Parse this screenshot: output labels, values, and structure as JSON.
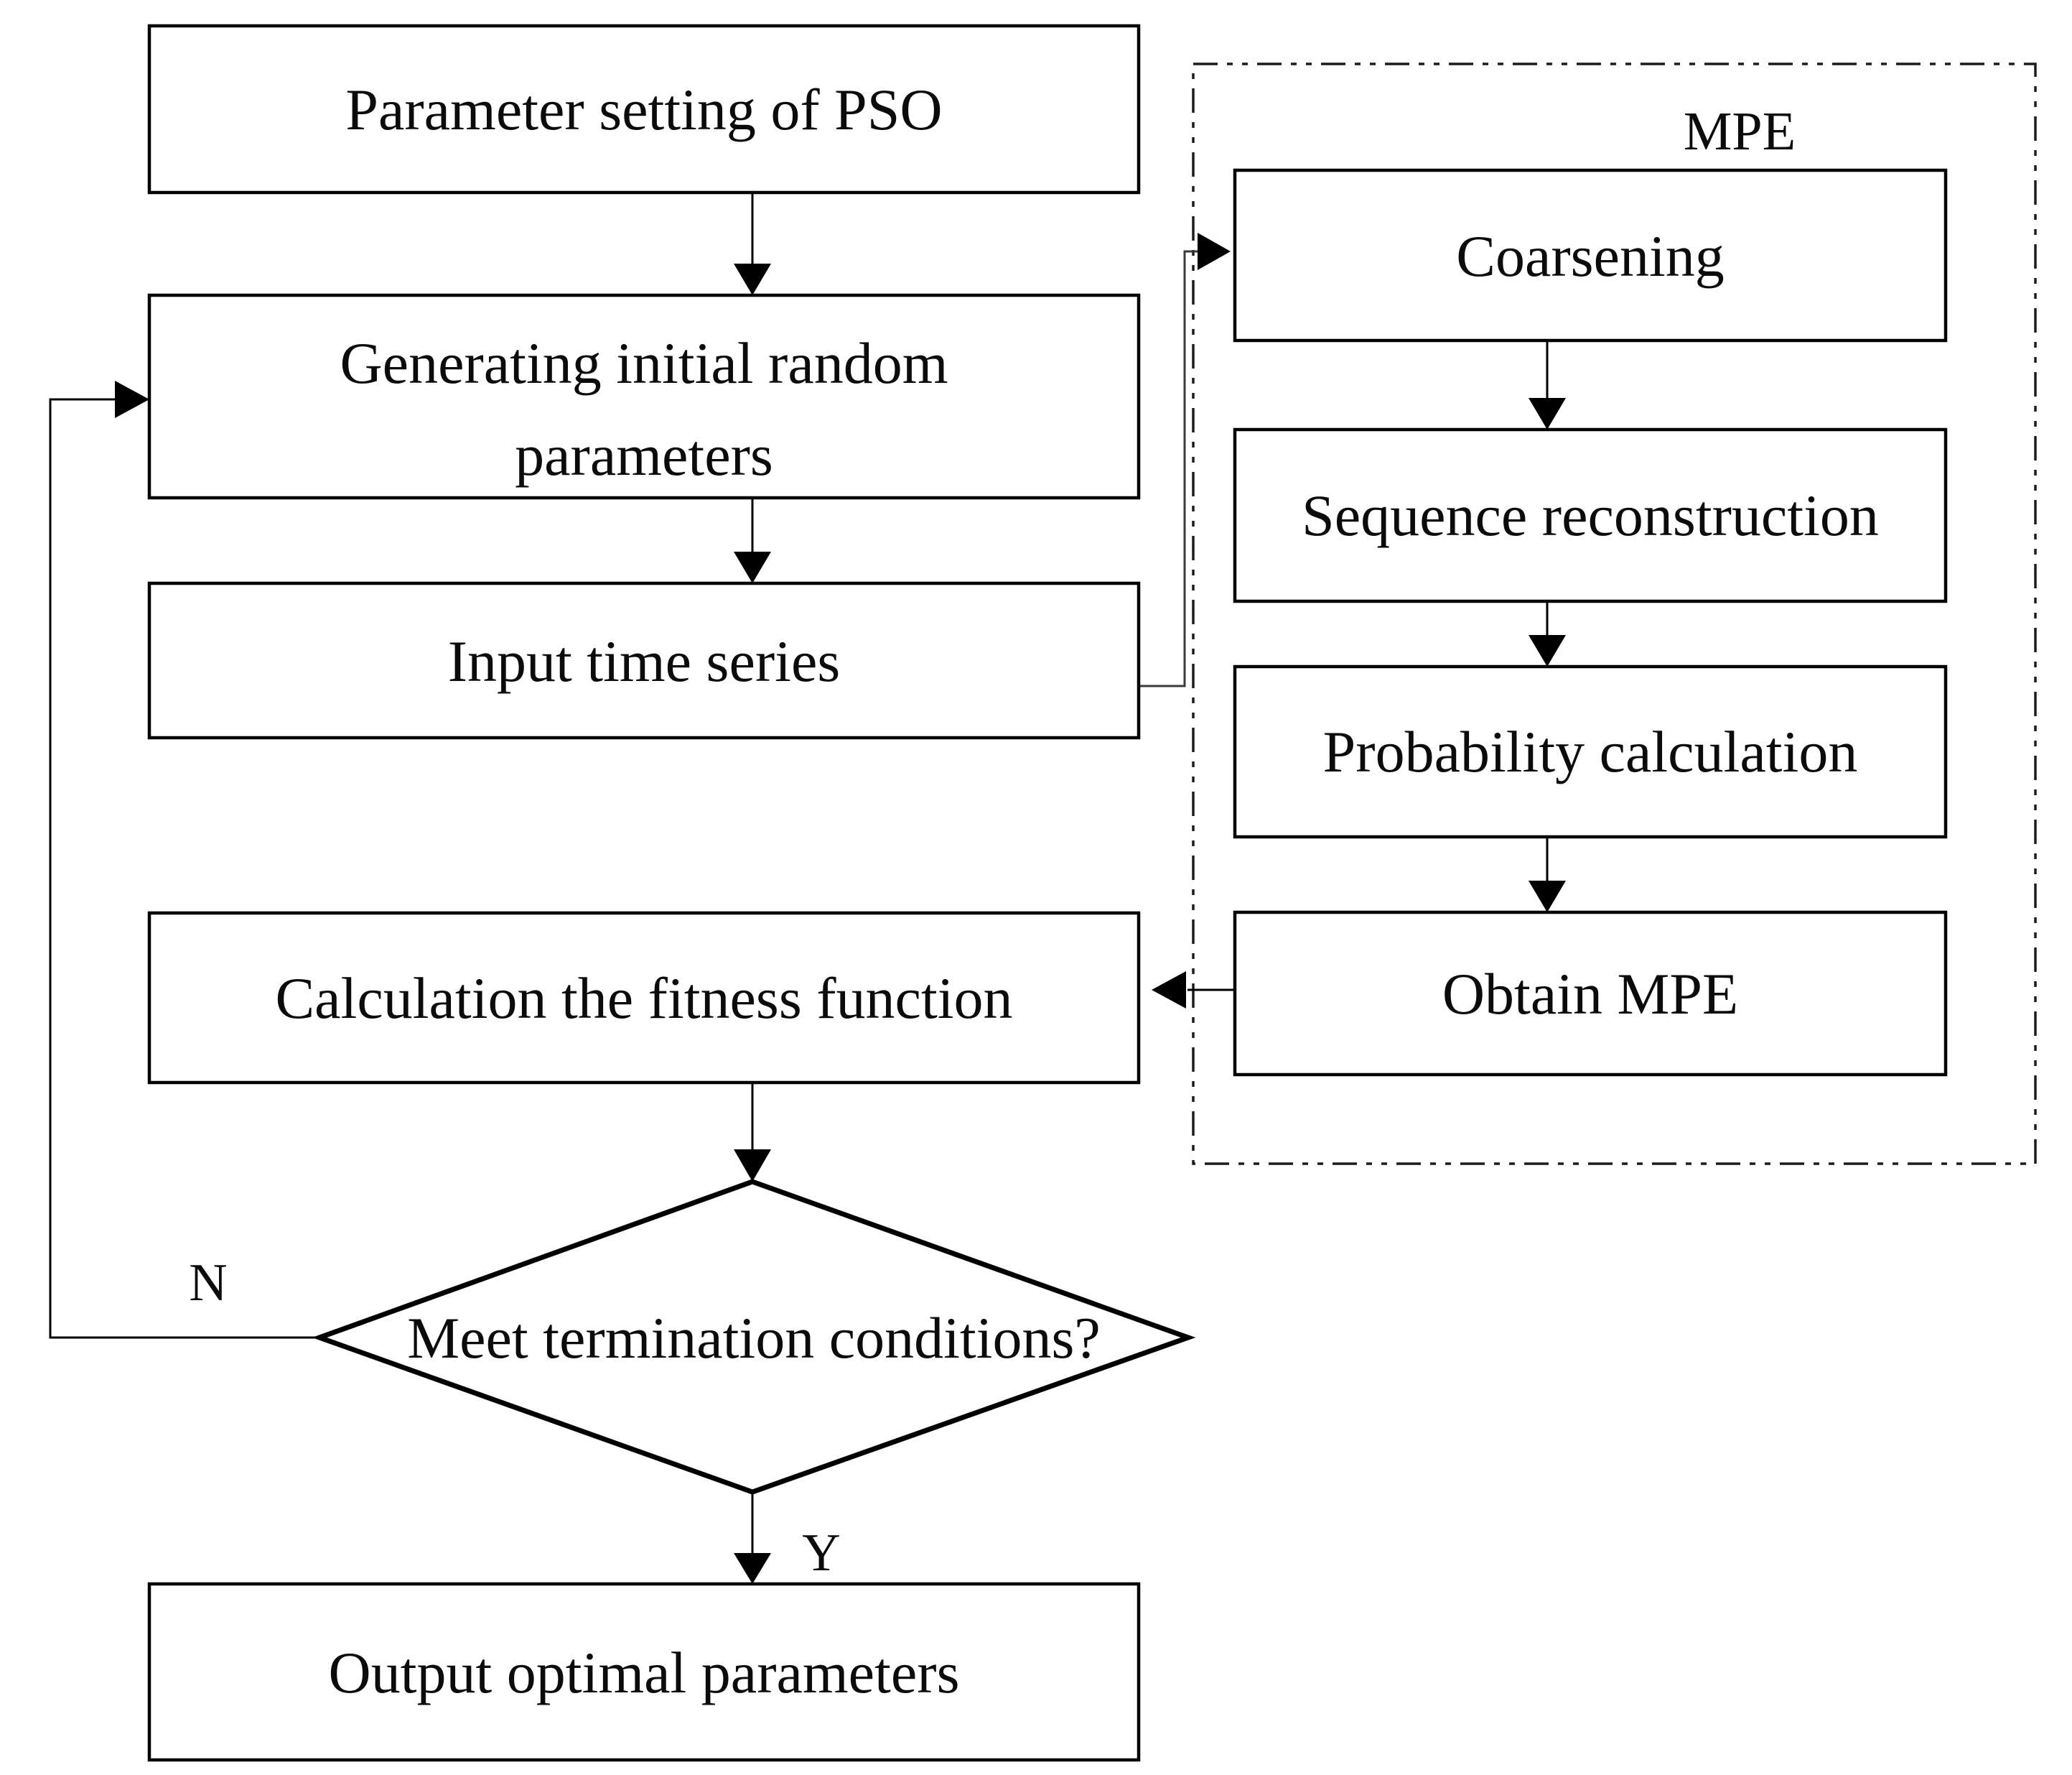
{
  "flowchart": {
    "boxes": {
      "param": "Parameter setting of PSO",
      "generating_line1": "Generating initial random",
      "generating_line2": "parameters",
      "input": "Input time series",
      "fitness": "Calculation the fitness function",
      "decision": "Meet termination conditions?",
      "output": "Output optimal parameters",
      "coarsening": "Coarsening",
      "sequence": "Sequence reconstruction",
      "probability": "Probability calculation",
      "obtain": "Obtain MPE"
    },
    "panel_title": "MPE",
    "branch_labels": {
      "no": "N",
      "yes": "Y"
    },
    "colors": {
      "line": "#000000",
      "background": "#ffffff",
      "text": "#0b0b0b"
    }
  }
}
